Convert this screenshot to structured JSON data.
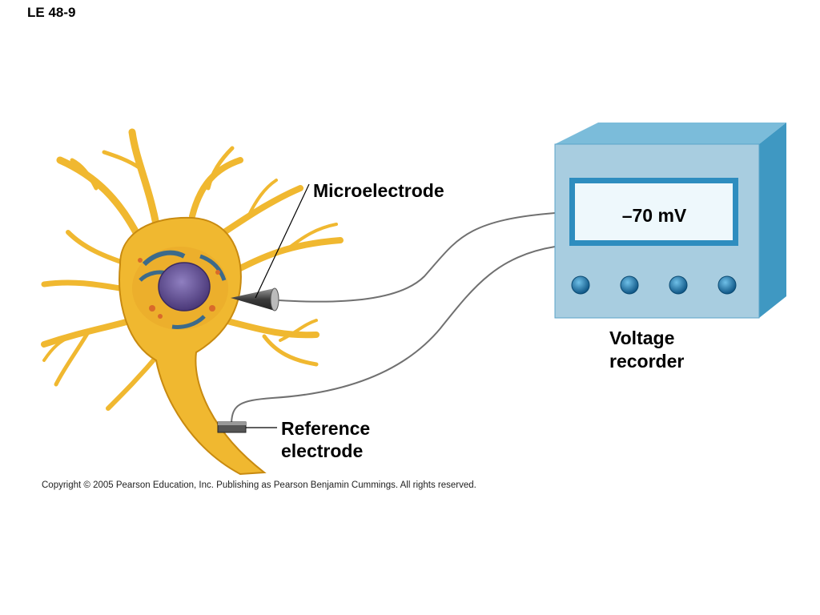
{
  "slide_label": "LE 48-9",
  "labels": {
    "microelectrode": "Microelectrode",
    "reference_line1": "Reference",
    "reference_line2": "electrode",
    "voltage_line1": "Voltage",
    "voltage_line2": "recorder"
  },
  "recorder": {
    "reading": "–70 mV",
    "knob_count": 4
  },
  "copyright": "Copyright ©  2005 Pearson Education, Inc. Publishing as Pearson Benjamin Cummings. All rights reserved.",
  "colors": {
    "neuron_fill": "#f0b830",
    "neuron_outline": "#c88a10",
    "nucleus": "#5c4a90",
    "recorder_front": "#a8cde0",
    "recorder_side": "#3f98c2",
    "recorder_top": "#7bbcda",
    "screen_frame": "#2e8dbf",
    "knob": "#1c6fa0",
    "wire": "#707070"
  }
}
